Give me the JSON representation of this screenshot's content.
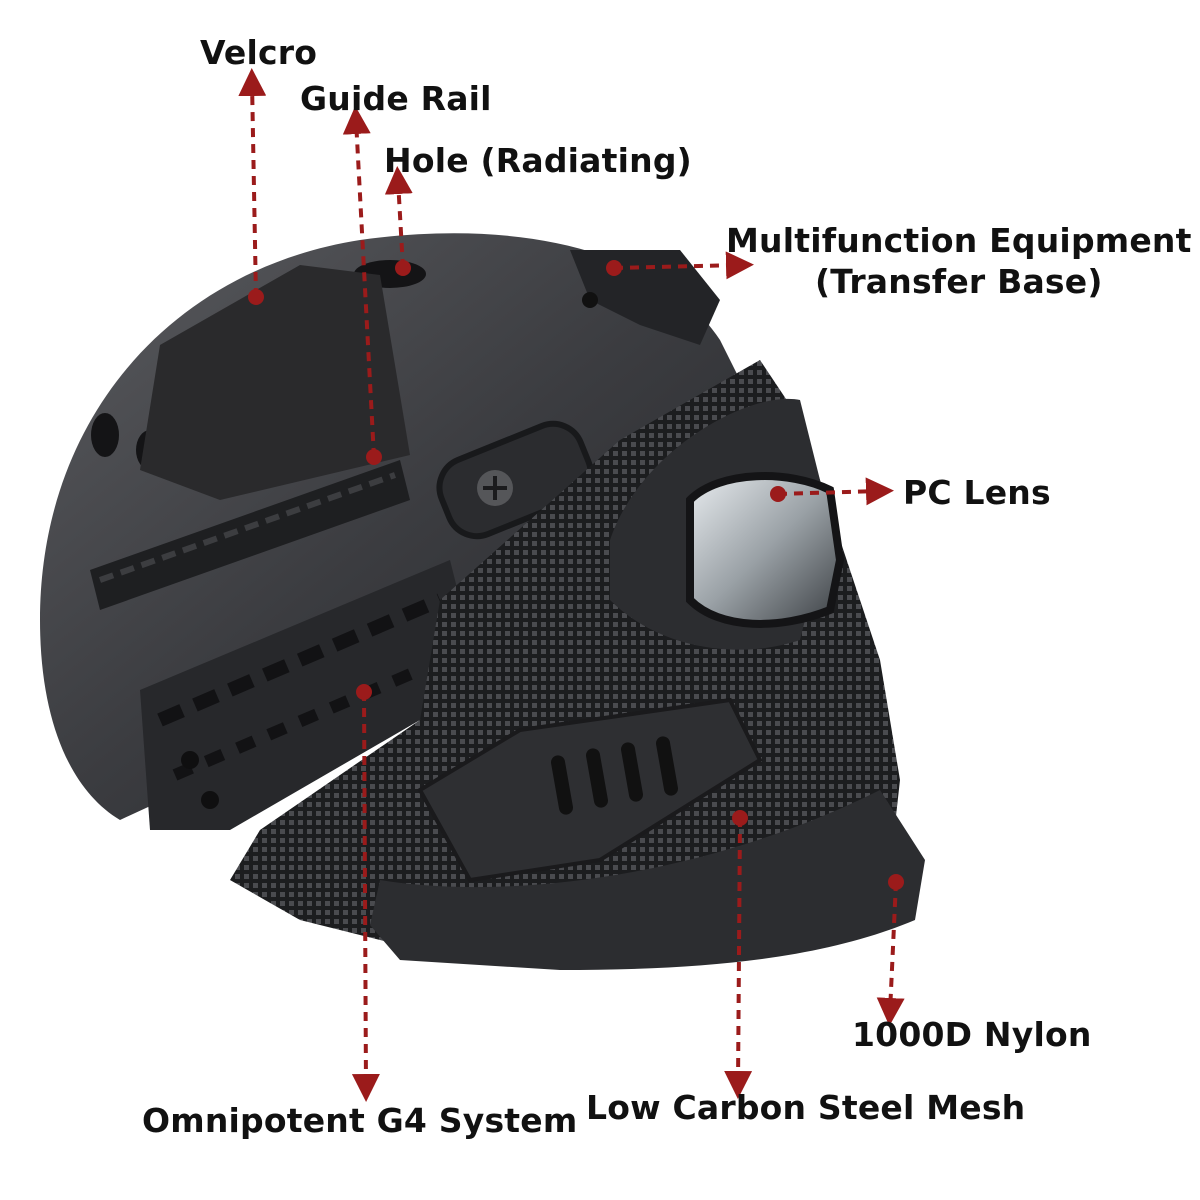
{
  "labels": {
    "velcro": "Velcro",
    "guide_rail": "Guide Rail",
    "hole": "Hole (Radiating)",
    "multifunction_line1": "Multifunction Equipment",
    "multifunction_line2": "(Transfer Base)",
    "pc_lens": "PC Lens",
    "nylon": "1000D Nylon",
    "g4_system": "Omnipotent G4 System",
    "steel_mesh": "Low Carbon Steel Mesh"
  },
  "colors": {
    "annotation": "#9b1b1b",
    "helmet_shell": "#3a3b3e",
    "mesh": "#2a2b2d",
    "text": "#111111"
  }
}
